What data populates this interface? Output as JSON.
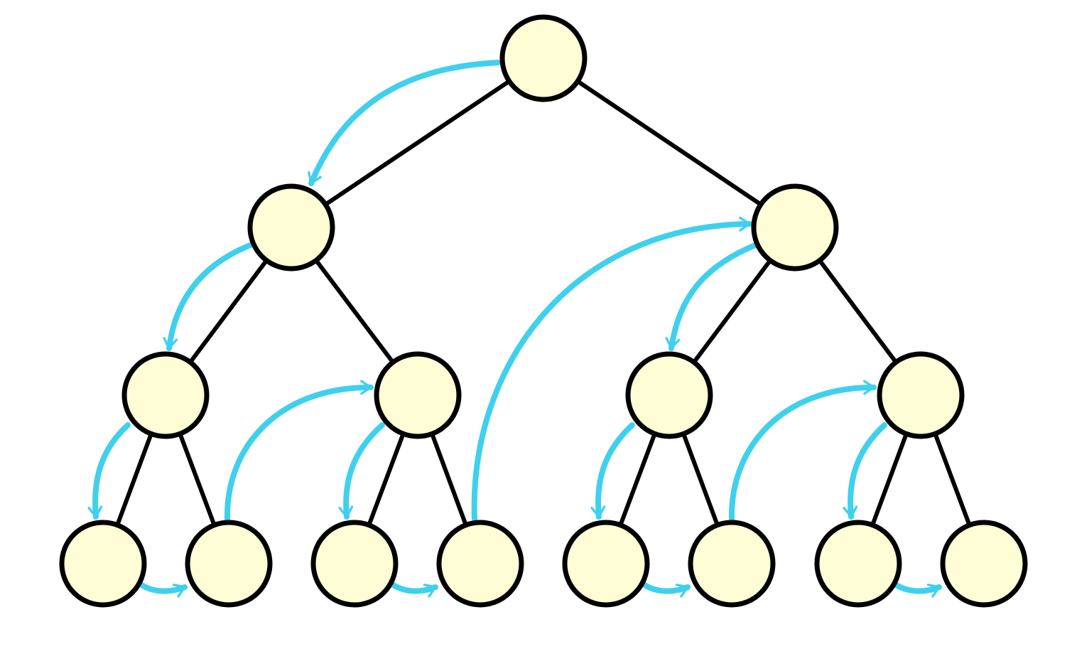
{
  "diagram": {
    "type": "binary-tree-depth-first-traversal",
    "colors": {
      "node_fill": "#fefdd6",
      "node_stroke": "#000000",
      "edge": "#000000",
      "traversal_arrow": "#3fd0ee"
    },
    "nodes": [
      {
        "id": "n1",
        "parent": null
      },
      {
        "id": "n2",
        "parent": "n1"
      },
      {
        "id": "n3",
        "parent": "n1"
      },
      {
        "id": "n4",
        "parent": "n2"
      },
      {
        "id": "n5",
        "parent": "n2"
      },
      {
        "id": "n6",
        "parent": "n3"
      },
      {
        "id": "n7",
        "parent": "n3"
      },
      {
        "id": "n8",
        "parent": "n4"
      },
      {
        "id": "n9",
        "parent": "n4"
      },
      {
        "id": "n10",
        "parent": "n5"
      },
      {
        "id": "n11",
        "parent": "n5"
      },
      {
        "id": "n12",
        "parent": "n6"
      },
      {
        "id": "n13",
        "parent": "n6"
      },
      {
        "id": "n14",
        "parent": "n7"
      },
      {
        "id": "n15",
        "parent": "n7"
      }
    ],
    "traversal_order": [
      "n1",
      "n2",
      "n4",
      "n8",
      "n9",
      "n5",
      "n10",
      "n11",
      "n3",
      "n6",
      "n12",
      "n13",
      "n7",
      "n14",
      "n15"
    ]
  }
}
